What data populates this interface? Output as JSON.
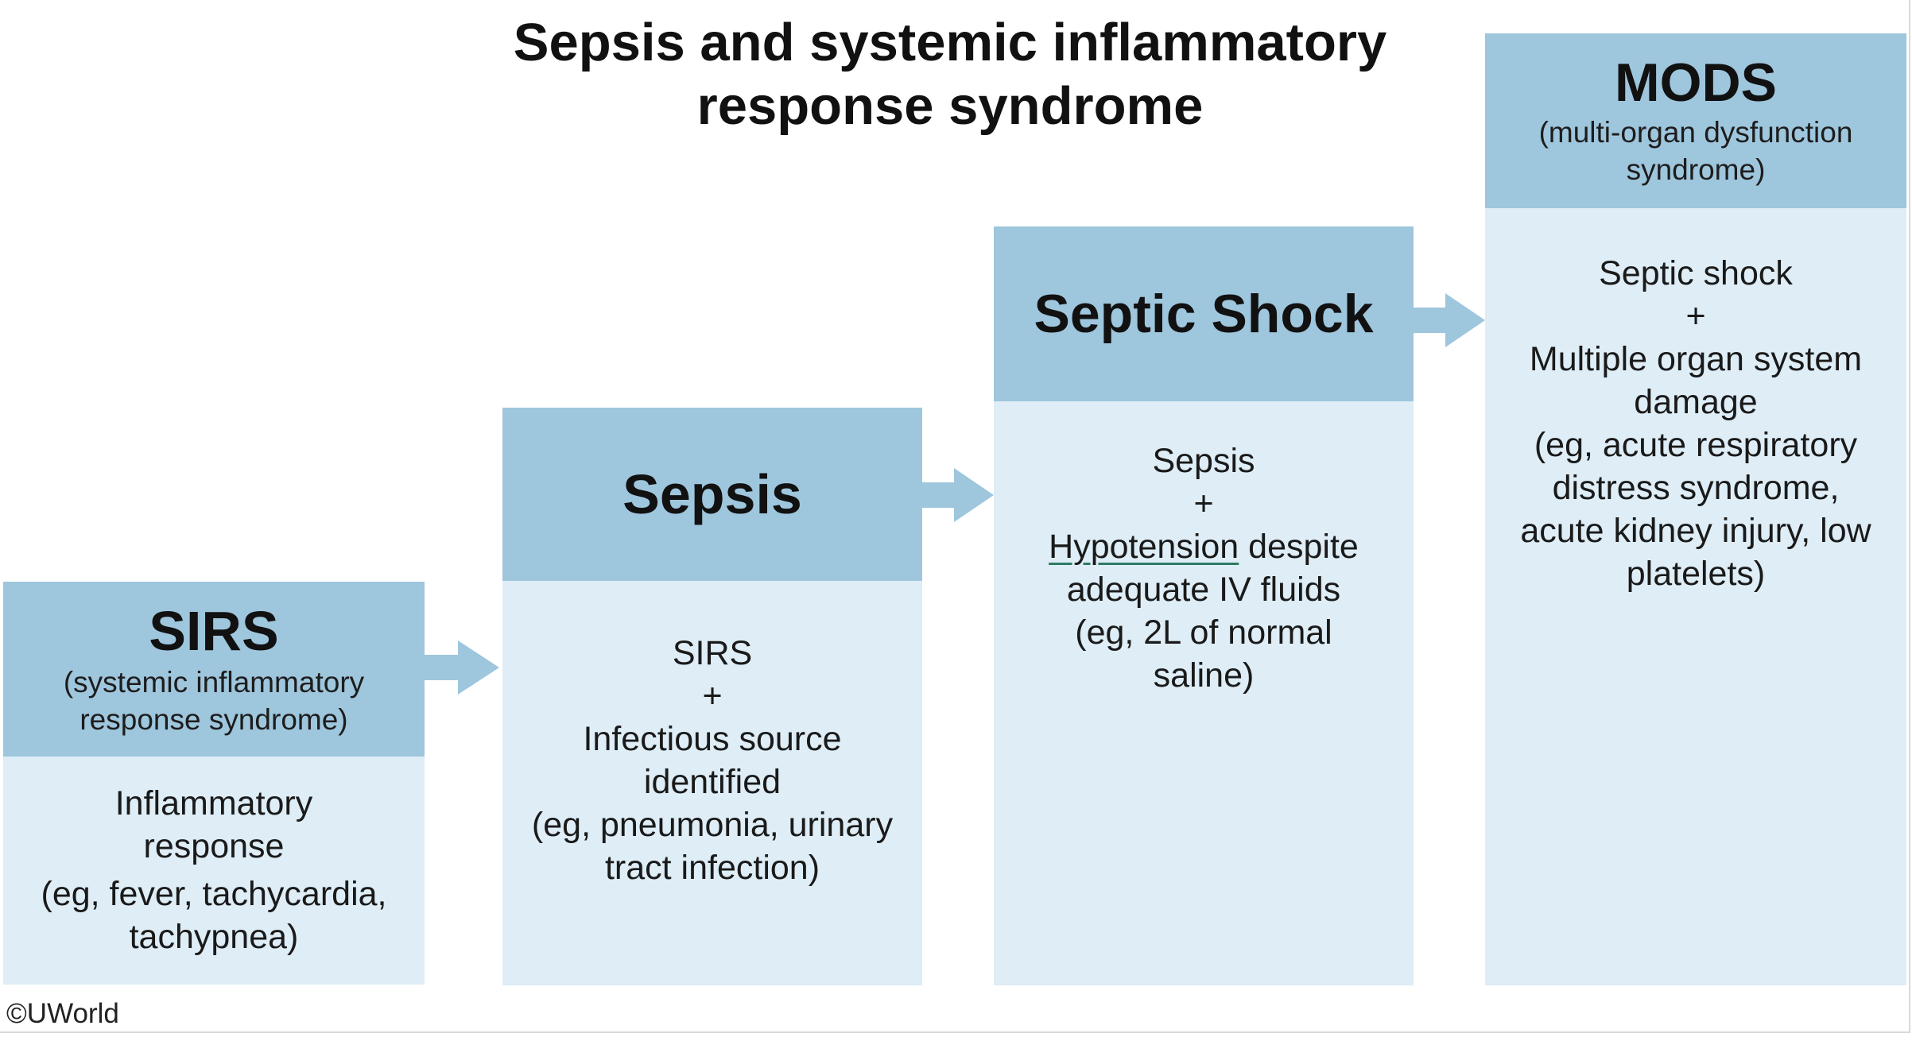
{
  "title": {
    "line1": "Sepsis and systemic inflammatory",
    "line2": "response syndrome"
  },
  "stages": [
    {
      "name": "SIRS",
      "subtitle": [
        "(systemic inflammatory",
        "response syndrome)"
      ],
      "description": [
        "Inflammatory",
        "response",
        "(eg, fever, tachycardia,",
        "tachypnea)"
      ]
    },
    {
      "name": "Sepsis",
      "description": [
        "SIRS",
        "+",
        "Infectious source",
        "identified",
        "(eg, pneumonia, urinary",
        "tract infection)"
      ]
    },
    {
      "name": "Septic Shock",
      "description": {
        "line1": "Sepsis",
        "line2": "+",
        "line3_underlined": "Hypotension",
        "line3_rest": " despite",
        "line4": "adequate IV fluids",
        "line5": "(eg, 2L of normal",
        "line6": "saline)"
      }
    },
    {
      "name": "MODS",
      "subtitle": [
        "(multi-organ dysfunction",
        "syndrome)"
      ],
      "description": [
        "Septic shock",
        "+",
        "Multiple organ system",
        "damage",
        "(eg, acute respiratory",
        "distress syndrome,",
        "acute kidney injury, low",
        "platelets)"
      ]
    }
  ],
  "copyright": "©UWorld",
  "colors": {
    "header_blue": "#9ec6dd",
    "body_blue": "#deedf6",
    "arrow_blue": "#9ec6dd"
  }
}
